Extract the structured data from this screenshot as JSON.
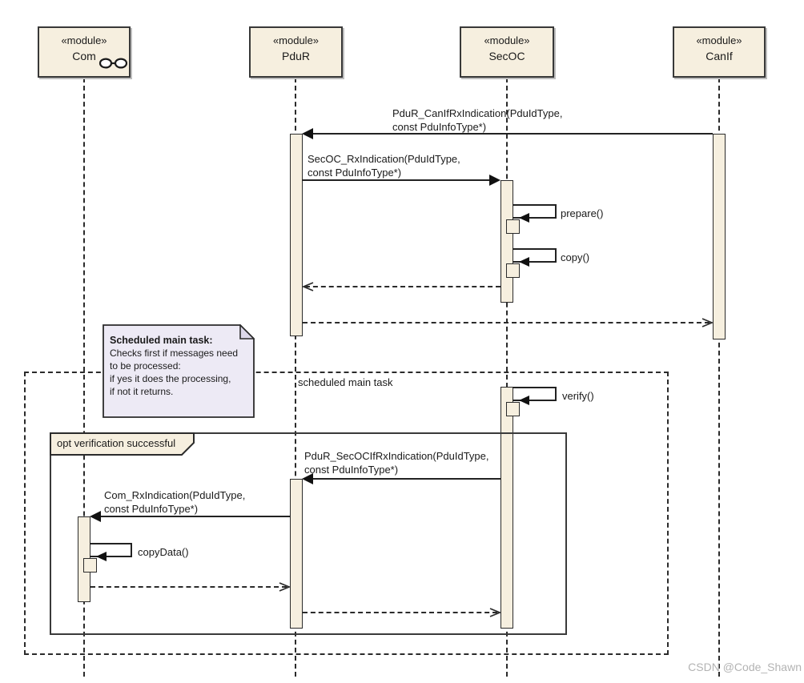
{
  "diagram_type": "uml-sequence-diagram",
  "participants": [
    {
      "stereotype": "«module»",
      "name": "Com"
    },
    {
      "stereotype": "«module»",
      "name": "PduR"
    },
    {
      "stereotype": "«module»",
      "name": "SecOC"
    },
    {
      "stereotype": "«module»",
      "name": "CanIf"
    }
  ],
  "messages": {
    "pdur_canif": {
      "line1": "PduR_CanIfRxIndication(PduIdType,",
      "line2": "const PduInfoType*)",
      "from": "CanIf",
      "to": "PduR",
      "kind": "sync"
    },
    "secoc_rx": {
      "line1": "SecOC_RxIndication(PduIdType,",
      "line2": "const PduInfoType*)",
      "from": "PduR",
      "to": "SecOC",
      "kind": "sync"
    },
    "prepare": "prepare()",
    "copy": "copy()",
    "verify": "verify()",
    "pdur_secoc": {
      "line1": "PduR_SecOCIfRxIndication(PduIdType,",
      "line2": "const PduInfoType*)",
      "from": "SecOC",
      "to": "PduR",
      "kind": "sync"
    },
    "com_rx": {
      "line1": "Com_RxIndication(PduIdType,",
      "line2": "const PduInfoType*)",
      "from": "PduR",
      "to": "Com",
      "kind": "sync"
    },
    "copydata": "copyData()"
  },
  "note": {
    "title": "Scheduled main task:",
    "lines": [
      "Checks first if  messages need",
      "to be processed:",
      "if yes it does the processing,",
      "if not it returns."
    ]
  },
  "frames": {
    "dashed_label": "scheduled main task",
    "opt_label": "opt verification successful"
  },
  "watermark": "CSDN @Code_Shawn",
  "colors": {
    "module_fill": "#f6efdf",
    "note_fill": "#edeaf5",
    "line": "#2b2b2b",
    "watermark": "#b3b3b3"
  }
}
